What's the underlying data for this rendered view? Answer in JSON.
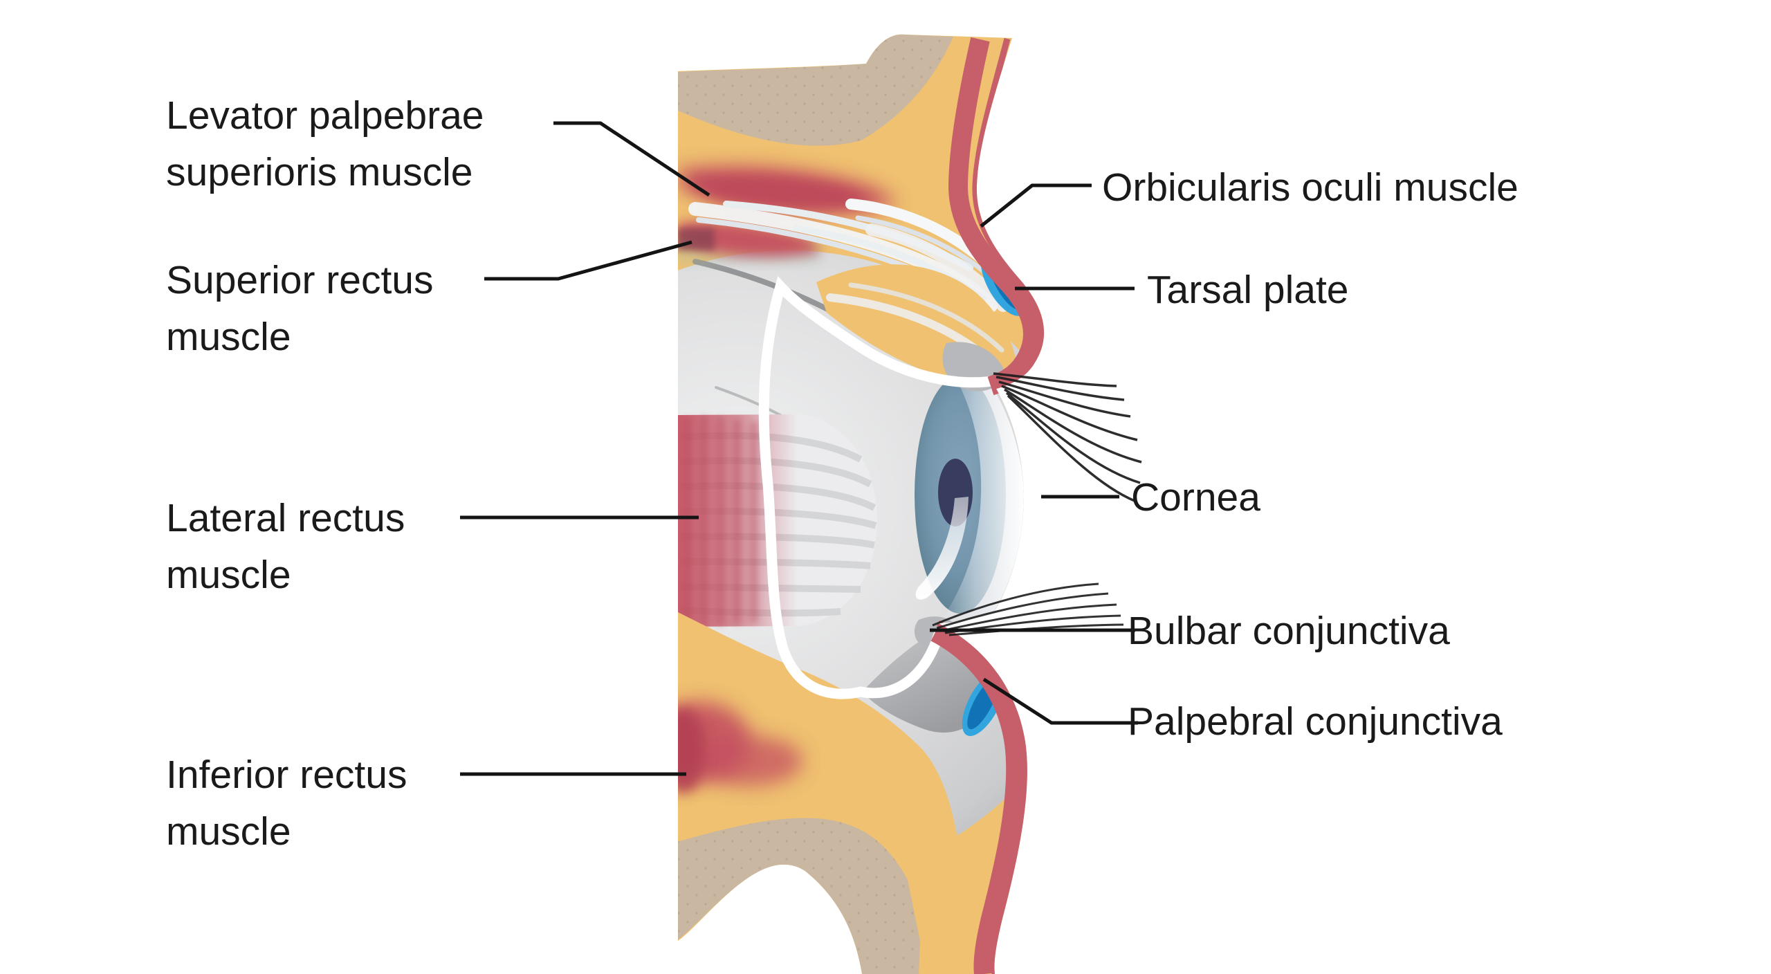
{
  "figure": {
    "type": "anatomical-diagram",
    "subject": "Sagittal cross-section of the human eye and eyelids"
  },
  "labels": {
    "levator": {
      "line1": "Levator palpebrae",
      "line2": "superioris muscle"
    },
    "superior_rectus": {
      "line1": "Superior rectus",
      "line2": "muscle"
    },
    "lateral_rectus": {
      "line1": "Lateral rectus",
      "line2": "muscle"
    },
    "inferior_rectus": {
      "line1": "Inferior rectus",
      "line2": "muscle"
    },
    "orbicularis": {
      "text": "Orbicularis oculi muscle"
    },
    "tarsal_plate": {
      "text": "Tarsal plate"
    },
    "cornea": {
      "text": "Cornea"
    },
    "bulbar_conjunctiva": {
      "text": "Bulbar conjunctiva"
    },
    "palpebral_conjunctiva": {
      "text": "Palpebral conjunctiva"
    }
  },
  "colors": {
    "background": "#ffffff",
    "fat": "#efc170",
    "bone": "#c9b7a2",
    "bone_dots": "#b3a089",
    "skin": "#c75f6a",
    "muscle": "#c44f60",
    "muscle_dark": "#8e4553",
    "tendon": "#eef1f4",
    "green_tint": "#a9bfa8",
    "sclera": "#d5d6d8",
    "sclera_shadow": "#87888b",
    "lid_gray": "#b7b8bb",
    "conjunctiva_line": "#ffffff",
    "tarsal_light": "#33a5de",
    "tarsal_dark": "#1173b5",
    "iris": "#7496ad",
    "iris_rim": "#5f8096",
    "pupil": "#383d60",
    "lash": "#1c1c1c",
    "leader_line": "#141414",
    "label_text": "#1a1a1a"
  }
}
